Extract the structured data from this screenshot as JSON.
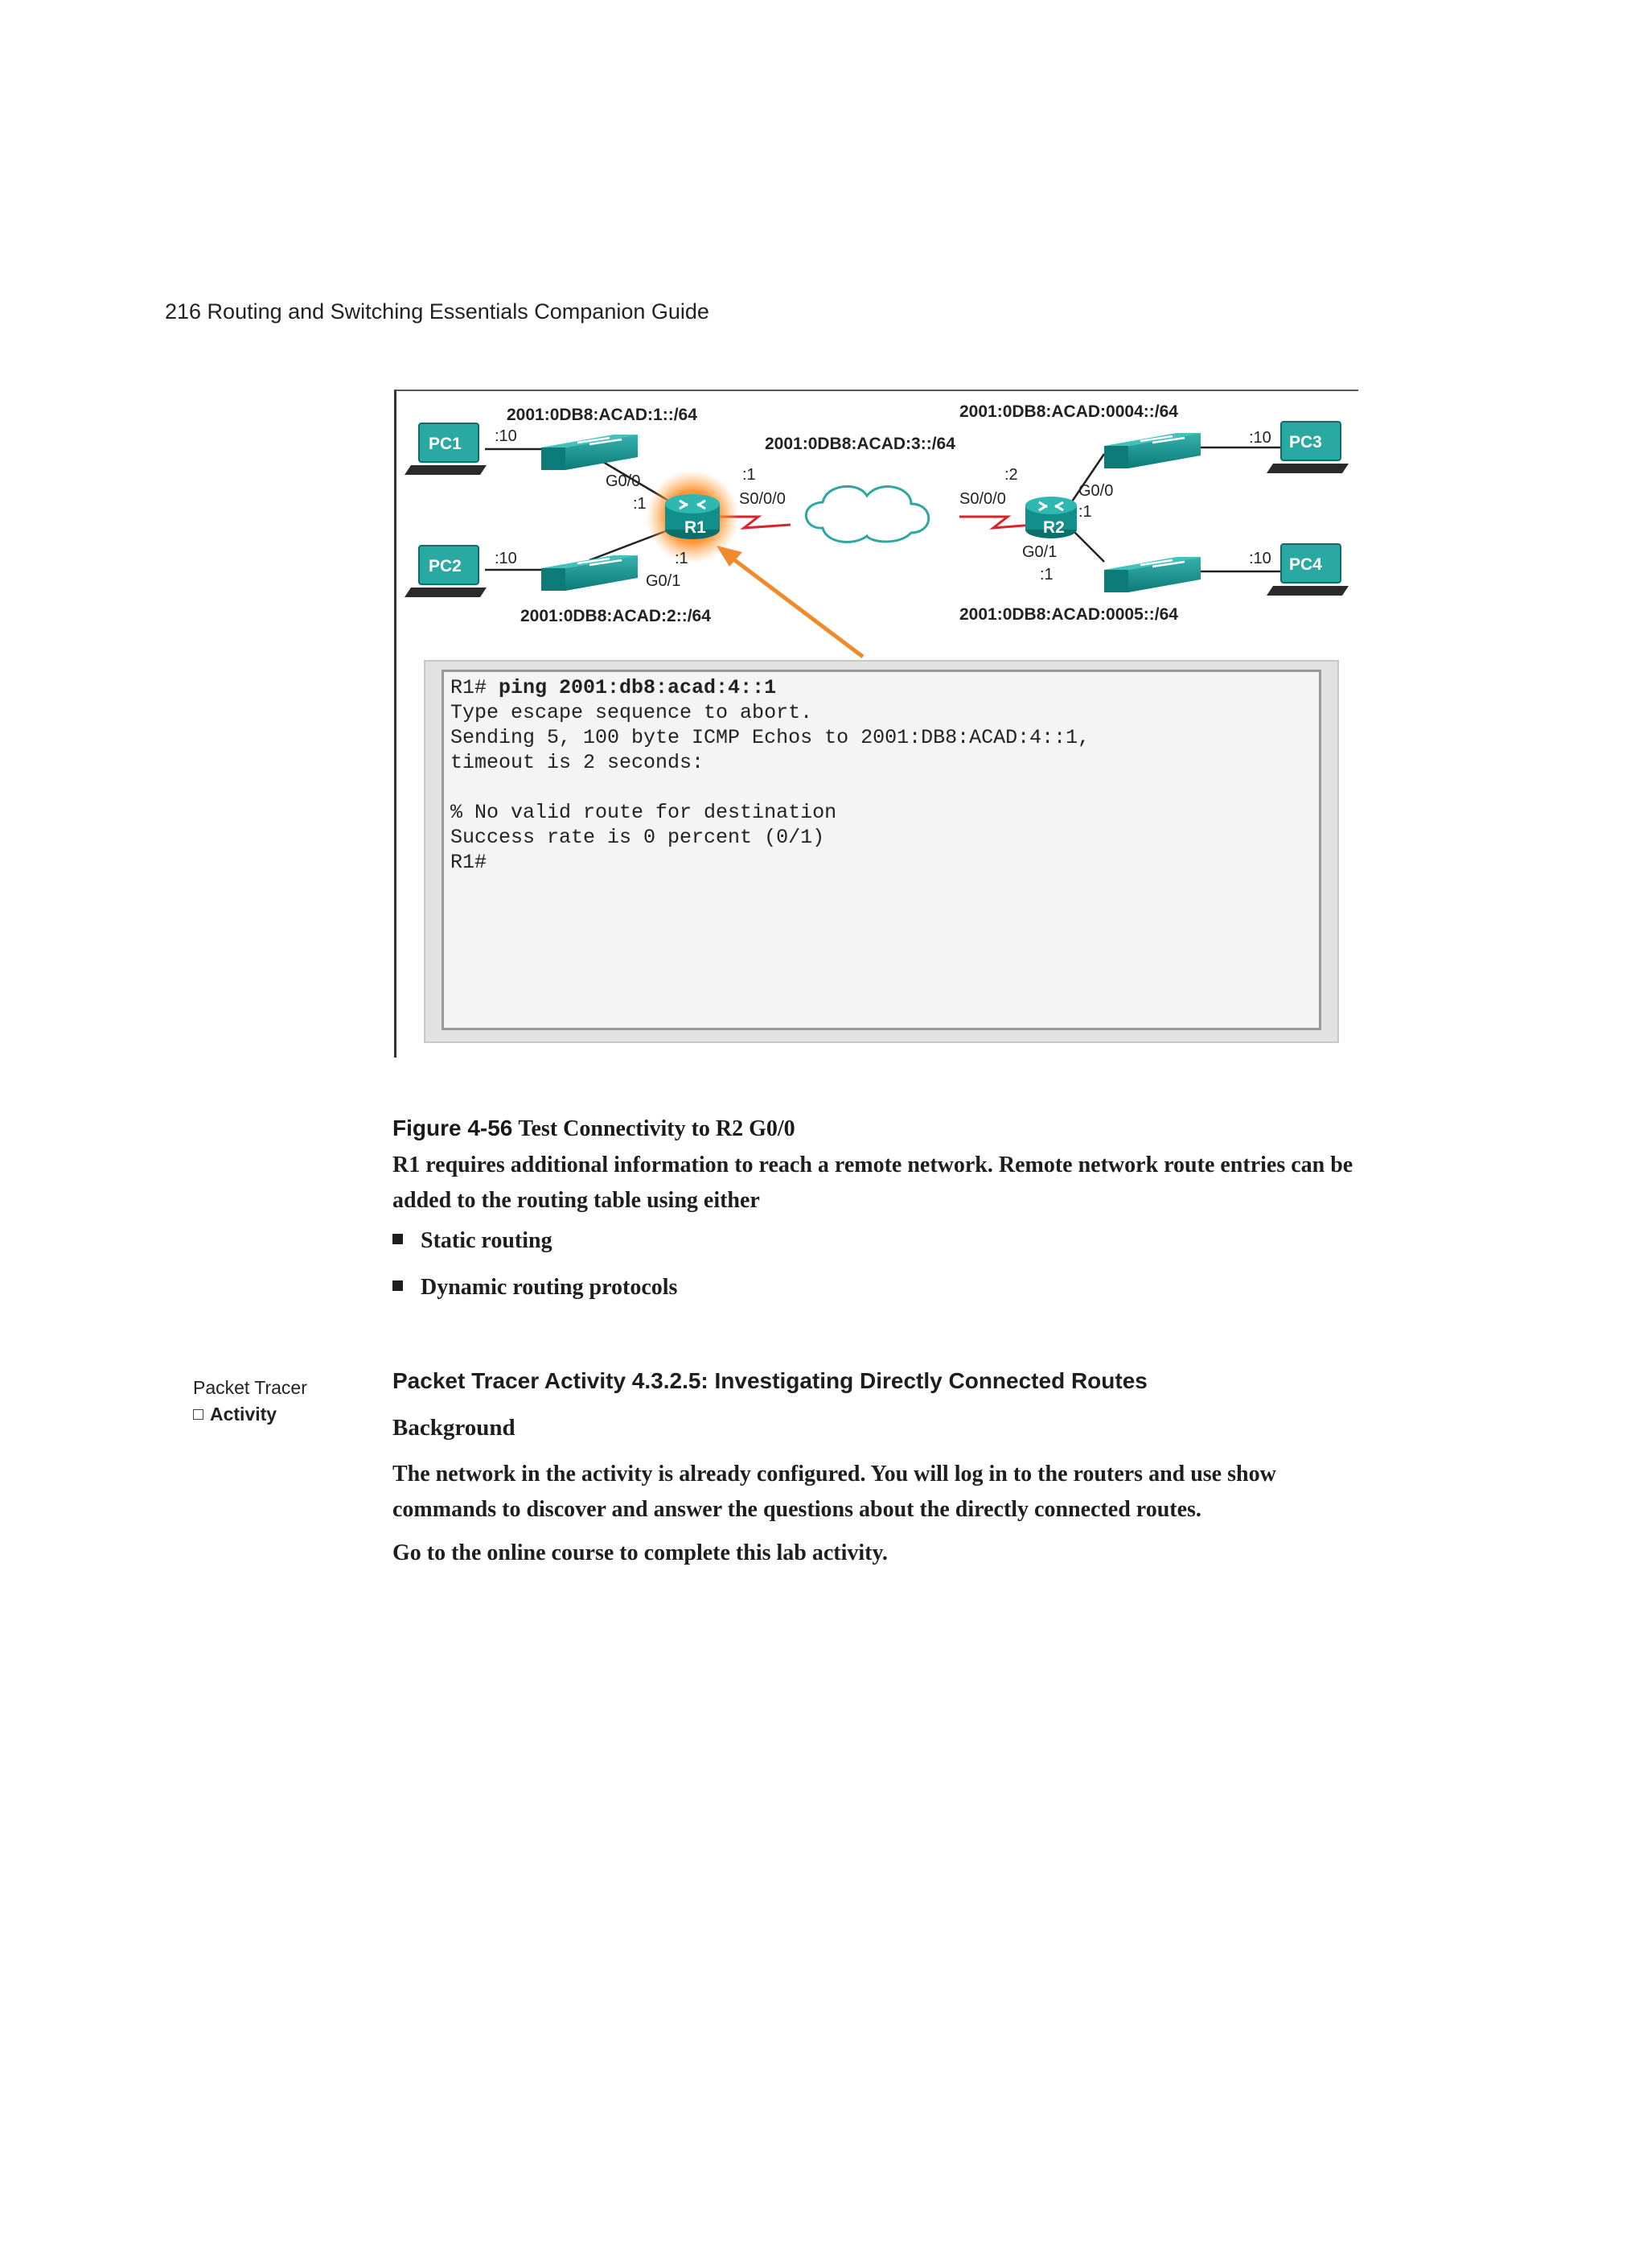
{
  "header": {
    "running_head": "216 Routing and Switching Essentials Companion Guide"
  },
  "figure": {
    "topology": {
      "net_r1_lan1": "2001:0DB8:ACAD:1::/64",
      "net_r1_lan2": "2001:0DB8:ACAD:2::/64",
      "net_wan": "2001:0DB8:ACAD:3::/64",
      "net_r2_lan1": "2001:0DB8:ACAD:0004::/64",
      "net_r2_lan2": "2001:0DB8:ACAD:0005::/64",
      "pc1": "PC1",
      "pc2": "PC2",
      "pc3": "PC3",
      "pc4": "PC4",
      "r1": "R1",
      "r2": "R2",
      "pc1_host": ":10",
      "pc2_host": ":10",
      "pc3_host": ":10",
      "pc4_host": ":10",
      "r1_g00": "G0/0",
      "r1_g00_host": ":1",
      "r1_g01": "G0/1",
      "r1_g01_host": ":1",
      "r1_s000": "S0/0/0",
      "r1_s000_host": ":1",
      "r2_s000": "S0/0/0",
      "r2_s000_host": ":2",
      "r2_g00": "G0/0",
      "r2_g00_host": ":1",
      "r2_g01": "G0/1",
      "r2_g01_host": ":1"
    },
    "console": {
      "prompt": "R1# ",
      "command": "ping 2001:db8:acad:4::1",
      "lines": [
        "Type escape sequence to abort.",
        "Sending 5, 100 byte ICMP Echos to 2001:DB8:ACAD:4::1,",
        "timeout is 2 seconds:",
        "",
        "% No valid route for destination",
        "Success rate is 0 percent (0/1)",
        "R1#"
      ]
    },
    "caption_number": "Figure 4-56",
    "caption_title": "Test Connectivity to R2 G0/0"
  },
  "body": {
    "intro": "R1 requires additional information to reach a remote network. Remote network route entries can be added to the routing table using either",
    "bullets": [
      "Static routing",
      "Dynamic routing protocols"
    ],
    "margin_note": {
      "line1": "Packet Tracer",
      "line2": "Activity"
    },
    "activity_heading": "Packet Tracer Activity 4.3.2.5: Investigating Directly Connected Routes",
    "background_heading": "Background",
    "background_text": "The network in the activity is already configured. You will log in to the routers and use show commands to discover and answer the questions about the directly connected routes.",
    "instruction": "Go to the online course to complete this lab activity."
  }
}
